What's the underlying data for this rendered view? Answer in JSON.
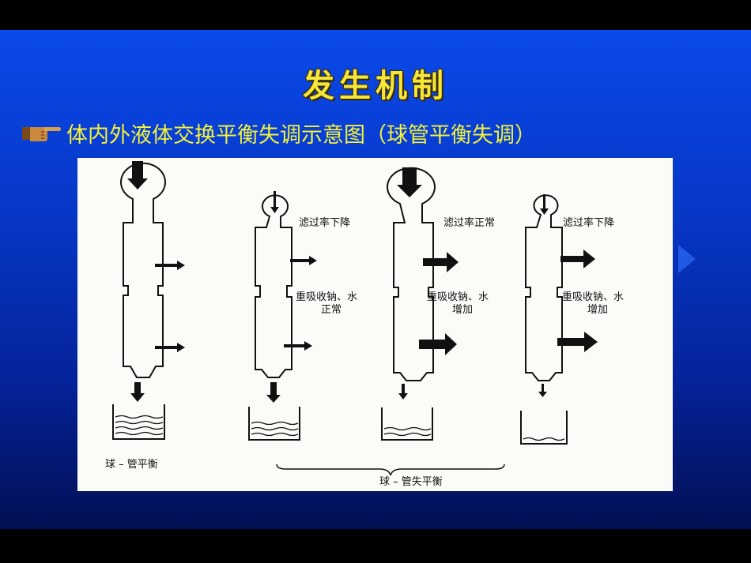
{
  "slide": {
    "title": "发生机制",
    "bullet_text": "体内外液体交换平衡失调示意图（球管平衡失调）"
  },
  "diagram": {
    "labels": {
      "gfr_down_1": "滤过率下降",
      "gfr_normal": "滤过率正常",
      "gfr_down_2": "滤过率下降",
      "reabs_1_a": "重吸收钠、水",
      "reabs_1_b": "正常",
      "reabs_2_a": "重吸收钠、水",
      "reabs_2_b": "增加",
      "reabs_3_a": "重吸收钠、水",
      "reabs_3_b": "增加",
      "balance": "球 – 管平衡",
      "imbalance": "球 – 管失平衡"
    }
  },
  "colors": {
    "background_top": "#0a49ea",
    "background_bottom": "#030f54",
    "title": "#f5e63a",
    "bullet_text": "#f2f23a",
    "panel": "#fbfbf7"
  },
  "icons": {
    "bullet": "pointing-hand-icon"
  }
}
